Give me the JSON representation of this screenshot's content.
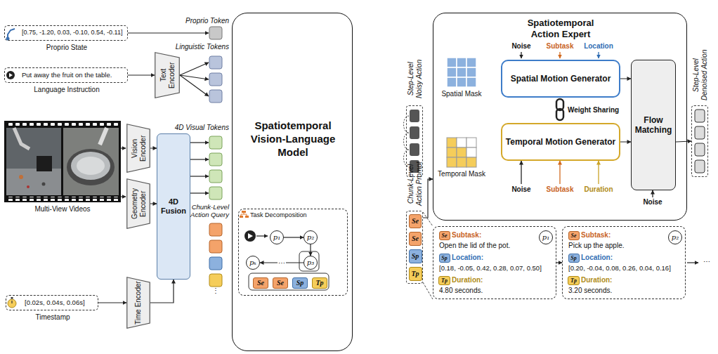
{
  "diagram": {
    "nodes": [
      {
        "text": [
          "[0.75, -1.20, 0.03, -0.10, 0.54, -0.11]",
          "Proprio State"
        ]
      },
      {
        "text": [
          "Put away the fruit on the table.",
          "Language Instruction"
        ]
      },
      {
        "text": [
          "Text Encoder"
        ]
      },
      {
        "text": [
          "Vision Encoder"
        ]
      },
      {
        "text": [
          "Geometry Encoder"
        ]
      },
      {
        "text": [
          "Time Encoder"
        ]
      },
      {
        "text": [
          "4D Fusion"
        ]
      },
      {
        "text": [
          "[0.02s, 0.04s, 0.06s]",
          "Timestamp"
        ]
      },
      {
        "text": [
          "Spatiotemporal Vision-Language Model"
        ]
      },
      {
        "text": [
          "Task Decomposition"
        ],
        "in": 8
      },
      {
        "text": [
          "p₁"
        ],
        "in": 9
      },
      {
        "text": [
          "p₂"
        ],
        "in": 9
      },
      {
        "text": [
          "p₃"
        ],
        "in": 9
      },
      {
        "text": [
          "pₖ"
        ],
        "in": 9
      },
      {
        "text": [
          "Se"
        ],
        "in": 9
      },
      {
        "text": [
          "Se"
        ],
        "in": 9
      },
      {
        "text": [
          "Sp"
        ],
        "in": 9
      },
      {
        "text": [
          "Tp"
        ],
        "in": 9
      },
      {
        "text": [
          "Step-Level Noisy Action"
        ]
      },
      {
        "text": [
          "Chunk-Level Action Prompt"
        ]
      },
      {
        "text": [
          "Se"
        ],
        "in": 19
      },
      {
        "text": [
          "Se"
        ],
        "in": 19
      },
      {
        "text": [
          "Sp"
        ],
        "in": 19
      },
      {
        "text": [
          "Tp"
        ],
        "in": 19
      },
      {
        "text": [
          "Spatiotemporal Action Expert"
        ]
      },
      {
        "text": [
          "Spatial Motion Generator"
        ],
        "in": 24
      },
      {
        "text": [
          "Temporal Motion Generator"
        ],
        "in": 24
      },
      {
        "text": [
          "Flow Matching"
        ],
        "in": 24
      },
      {
        "text": [
          "Step-Level Denoised Action"
        ]
      },
      {
        "text": [
          "Subtask:",
          "Open the lid of the pot.",
          "Location:",
          "[0.18, -0.05, 0.42, 0.28, 0.07, 0.50]",
          "Duration:",
          "4.80 seconds."
        ]
      },
      {
        "text": [
          "Se"
        ],
        "in": 29
      },
      {
        "text": [
          "Sp"
        ],
        "in": 29
      },
      {
        "text": [
          "Tp"
        ],
        "in": 29
      },
      {
        "text": [
          "p₁"
        ],
        "in": 29
      },
      {
        "text": [
          "Subtask:",
          "Pick up the apple.",
          "Location:",
          "[0.20, -0.04, 0.08, 0.26, 0.04, 0.16]",
          "Duration:",
          "3.20 seconds."
        ]
      },
      {
        "text": [
          "Se"
        ],
        "in": 34
      },
      {
        "text": [
          "Sp"
        ],
        "in": 34
      },
      {
        "text": [
          "Tp"
        ],
        "in": 34
      },
      {
        "text": [
          "p₂"
        ],
        "in": 34
      }
    ],
    "edges": [
      {
        "from": 1,
        "to": 2,
        "arrow": "to"
      },
      {
        "from": 3,
        "to": 6,
        "arrow": "to"
      },
      {
        "from": 4,
        "to": 6,
        "arrow": "to"
      },
      {
        "from": 5,
        "to": 6,
        "arrow": "to"
      },
      {
        "from": 7,
        "to": 5,
        "arrow": "to"
      },
      {
        "from": 10,
        "to": 11,
        "arrow": "to"
      },
      {
        "from": 11,
        "to": 12,
        "arrow": "to"
      },
      {
        "from": 12,
        "to": 13,
        "arrow": "to",
        "label": "⋯"
      },
      {
        "from": 19,
        "to": 24,
        "arrow": "to"
      },
      {
        "from": 25,
        "to": 27,
        "arrow": "to"
      },
      {
        "from": 26,
        "to": 27,
        "arrow": "to"
      },
      {
        "from": 27,
        "to": 28,
        "arrow": "to"
      },
      {
        "from": 29,
        "to": 34,
        "arrow": "to"
      }
    ],
    "labels": [
      "Proprio Token",
      "Linguistic Tokens",
      "4D Visual Tokens",
      "Chunk-Level Action Query",
      "Multi-View Videos",
      "⋮",
      "Noise",
      "Subtask",
      "Location",
      "Spatial Mask",
      "Weight Sharing",
      "Temporal Mask",
      "Noise",
      "Subtask",
      "Duration",
      "Noise",
      "⋯"
    ]
  }
}
